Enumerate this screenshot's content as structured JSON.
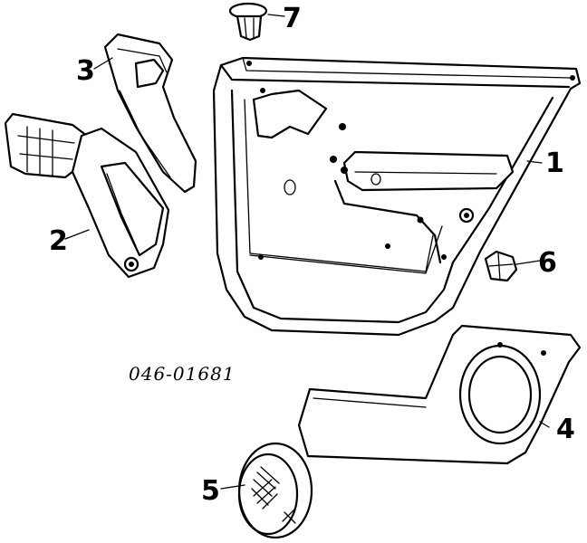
{
  "diagram": {
    "part_number": "046-01681",
    "callouts": [
      {
        "id": "1",
        "part": "door-trim-panel"
      },
      {
        "id": "2",
        "part": "inside-handle-bezel"
      },
      {
        "id": "3",
        "part": "armrest-cover"
      },
      {
        "id": "4",
        "part": "lower-trim-panel"
      },
      {
        "id": "5",
        "part": "speaker-grille"
      },
      {
        "id": "6",
        "part": "push-clip"
      },
      {
        "id": "7",
        "part": "retainer-clip"
      }
    ]
  }
}
